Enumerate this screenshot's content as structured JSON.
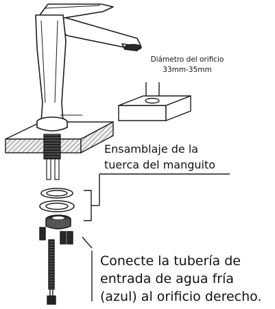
{
  "labels": {
    "hole_diameter_title": "Diámetro del orificio",
    "hole_diameter_value": "33mm-35mm",
    "sleeve_nut_line1": "Ensamblaje de la",
    "sleeve_nut_line2": "tuerca del manguito",
    "instruction_line1": "Conecte la tubería de",
    "instruction_line2": "entrada de agua fría",
    "instruction_line3": "(azul) al orificio derecho."
  },
  "colors": {
    "stroke": "#1a1a1a",
    "hatch_fill": "#e6e6e6"
  }
}
